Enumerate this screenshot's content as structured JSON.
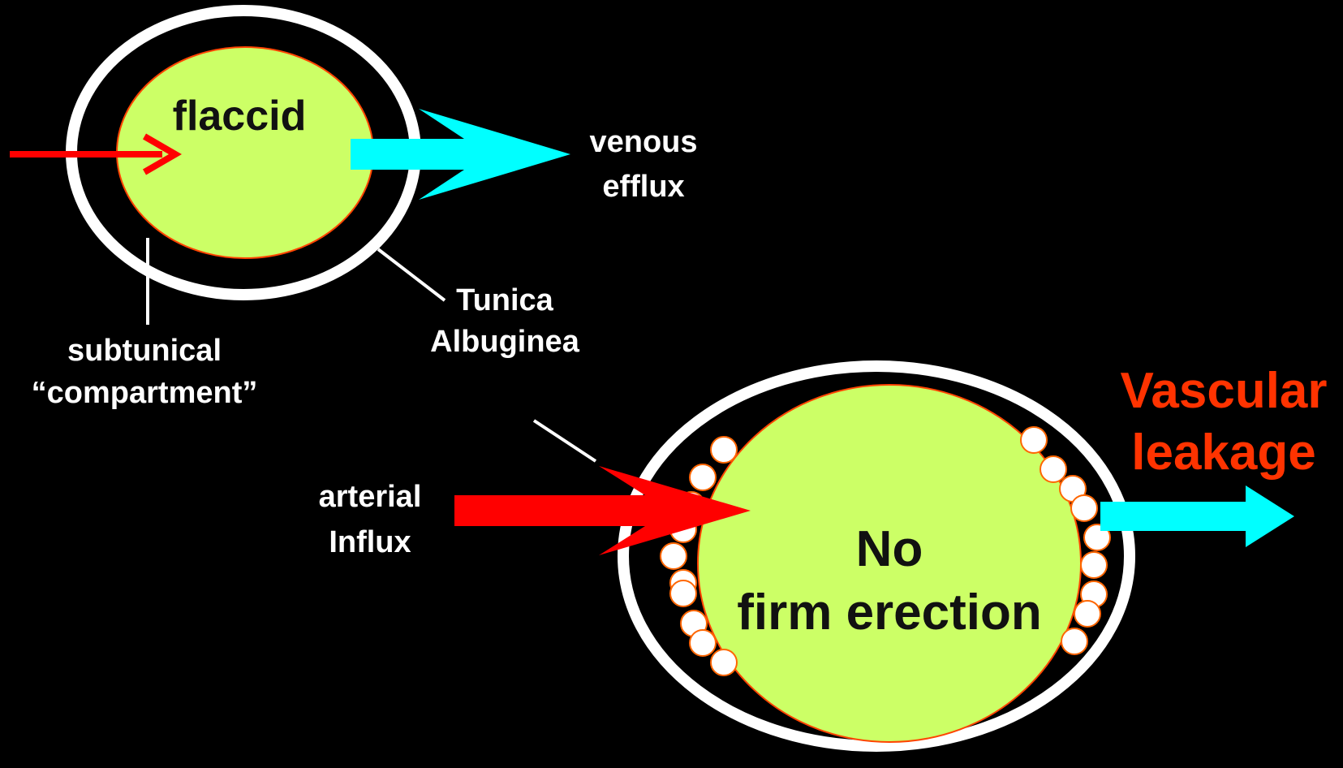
{
  "colors": {
    "background": "#000000",
    "tunica": "#ffffff",
    "corpus_fill": "#ccff66",
    "corpus_edge": "#ff4400",
    "arterial_arrow": "#ff0000",
    "venous_arrow": "#00ffff",
    "leak_label": "#ff3300",
    "bubble_fill": "#ffffff",
    "bubble_edge": "#ff6600"
  },
  "flaccid": {
    "state_label": "flaccid",
    "venous_label_line1": "venous",
    "venous_label_line2": "efflux",
    "tunica_label_line1": "Tunica",
    "tunica_label_line2": "Albuginea",
    "subtunical_label_line1": "subtunical",
    "subtunical_label_line2": "“compartment”"
  },
  "leak": {
    "arterial_label_line1": "arterial",
    "arterial_label_line2": "Influx",
    "state_label_line1": "No",
    "state_label_line2": "firm erection",
    "leak_label_line1": "Vascular",
    "leak_label_line2": "leakage"
  }
}
